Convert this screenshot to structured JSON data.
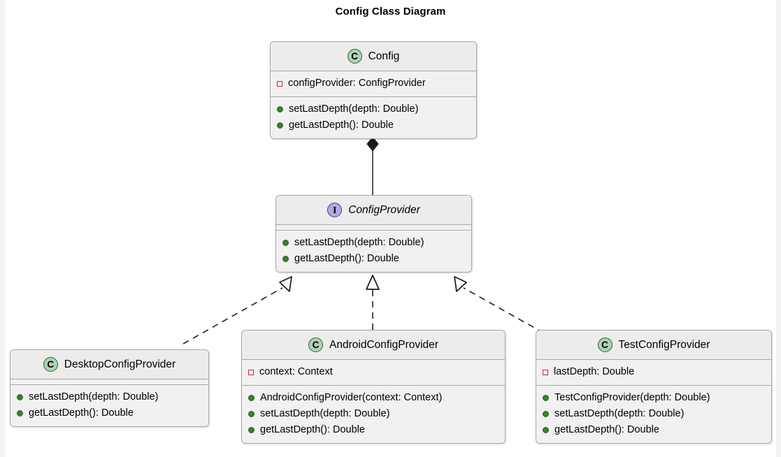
{
  "title": "Config Class Diagram",
  "icons": {
    "class": "C",
    "interface": "I"
  },
  "colors": {
    "class_icon_fill": "#ADD1B2",
    "interface_icon_fill": "#B4A7E5",
    "private_marker": "#C82930",
    "public_marker": "#38812C",
    "box_border": "#A8A8A8",
    "box_header_fill": "#ECECEC",
    "box_body_fill": "#F1F1F1",
    "connector": "#2B2B2B",
    "canvas": "#FFFFFF"
  },
  "classes": [
    {
      "id": "config",
      "name": "Config",
      "stereotype": "class",
      "attributes": [
        {
          "visibility": "private",
          "text": "configProvider: ConfigProvider"
        }
      ],
      "methods": [
        {
          "visibility": "public",
          "text": "setLastDepth(depth: Double)"
        },
        {
          "visibility": "public",
          "text": "getLastDepth(): Double"
        }
      ]
    },
    {
      "id": "configprovider",
      "name": "ConfigProvider",
      "stereotype": "interface",
      "attributes": [],
      "methods": [
        {
          "visibility": "public",
          "text": "setLastDepth(depth: Double)"
        },
        {
          "visibility": "public",
          "text": "getLastDepth(): Double"
        }
      ]
    },
    {
      "id": "desktopconfigprovider",
      "name": "DesktopConfigProvider",
      "stereotype": "class",
      "attributes": [],
      "methods": [
        {
          "visibility": "public",
          "text": "setLastDepth(depth: Double)"
        },
        {
          "visibility": "public",
          "text": "getLastDepth(): Double"
        }
      ]
    },
    {
      "id": "androidconfigprovider",
      "name": "AndroidConfigProvider",
      "stereotype": "class",
      "attributes": [
        {
          "visibility": "private",
          "text": "context: Context"
        }
      ],
      "methods": [
        {
          "visibility": "public",
          "text": "AndroidConfigProvider(context: Context)"
        },
        {
          "visibility": "public",
          "text": "setLastDepth(depth: Double)"
        },
        {
          "visibility": "public",
          "text": "getLastDepth(): Double"
        }
      ]
    },
    {
      "id": "testconfigprovider",
      "name": "TestConfigProvider",
      "stereotype": "class",
      "attributes": [
        {
          "visibility": "private",
          "text": "lastDepth: Double"
        }
      ],
      "methods": [
        {
          "visibility": "public",
          "text": "TestConfigProvider(depth: Double)"
        },
        {
          "visibility": "public",
          "text": "setLastDepth(depth: Double)"
        },
        {
          "visibility": "public",
          "text": "getLastDepth(): Double"
        }
      ]
    }
  ],
  "relationships": [
    {
      "from": "config",
      "to": "configprovider",
      "type": "composition",
      "line": "solid",
      "head": "filled-diamond"
    },
    {
      "from": "desktopconfigprovider",
      "to": "configprovider",
      "type": "realization",
      "line": "dashed",
      "head": "hollow-triangle"
    },
    {
      "from": "androidconfigprovider",
      "to": "configprovider",
      "type": "realization",
      "line": "dashed",
      "head": "hollow-triangle"
    },
    {
      "from": "testconfigprovider",
      "to": "configprovider",
      "type": "realization",
      "line": "dashed",
      "head": "hollow-triangle"
    }
  ]
}
